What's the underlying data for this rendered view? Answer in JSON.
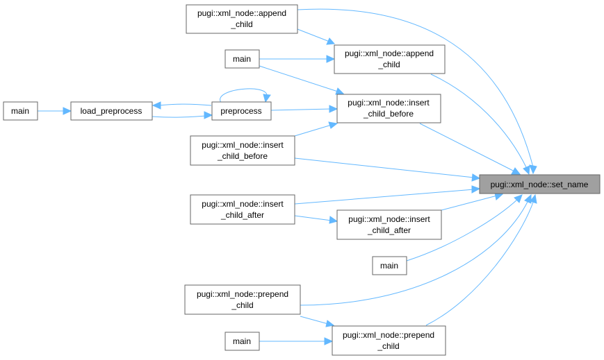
{
  "colors": {
    "edge": "#63b8ff",
    "node_border": "#666666",
    "focus_fill": "#a0a0a0",
    "node_fill": "#ffffff"
  },
  "nodes": {
    "set_name": [
      "pugi::xml_node::set_name"
    ],
    "append_child_a": [
      "pugi::xml_node::append",
      "_child"
    ],
    "append_child_b": [
      "pugi::xml_node::append",
      "_child"
    ],
    "main_1": [
      "main"
    ],
    "insert_child_before_a": [
      "pugi::xml_node::insert",
      "_child_before"
    ],
    "insert_child_before_b": [
      "pugi::xml_node::insert",
      "_child_before"
    ],
    "main_2": [
      "main"
    ],
    "load_preprocess": [
      "load_preprocess"
    ],
    "preprocess": [
      "preprocess"
    ],
    "insert_child_after_a": [
      "pugi::xml_node::insert",
      "_child_after"
    ],
    "insert_child_after_b": [
      "pugi::xml_node::insert",
      "_child_after"
    ],
    "main_3": [
      "main"
    ],
    "prepend_child_a": [
      "pugi::xml_node::prepend",
      "_child"
    ],
    "prepend_child_b": [
      "pugi::xml_node::prepend",
      "_child"
    ],
    "main_4": [
      "main"
    ]
  }
}
